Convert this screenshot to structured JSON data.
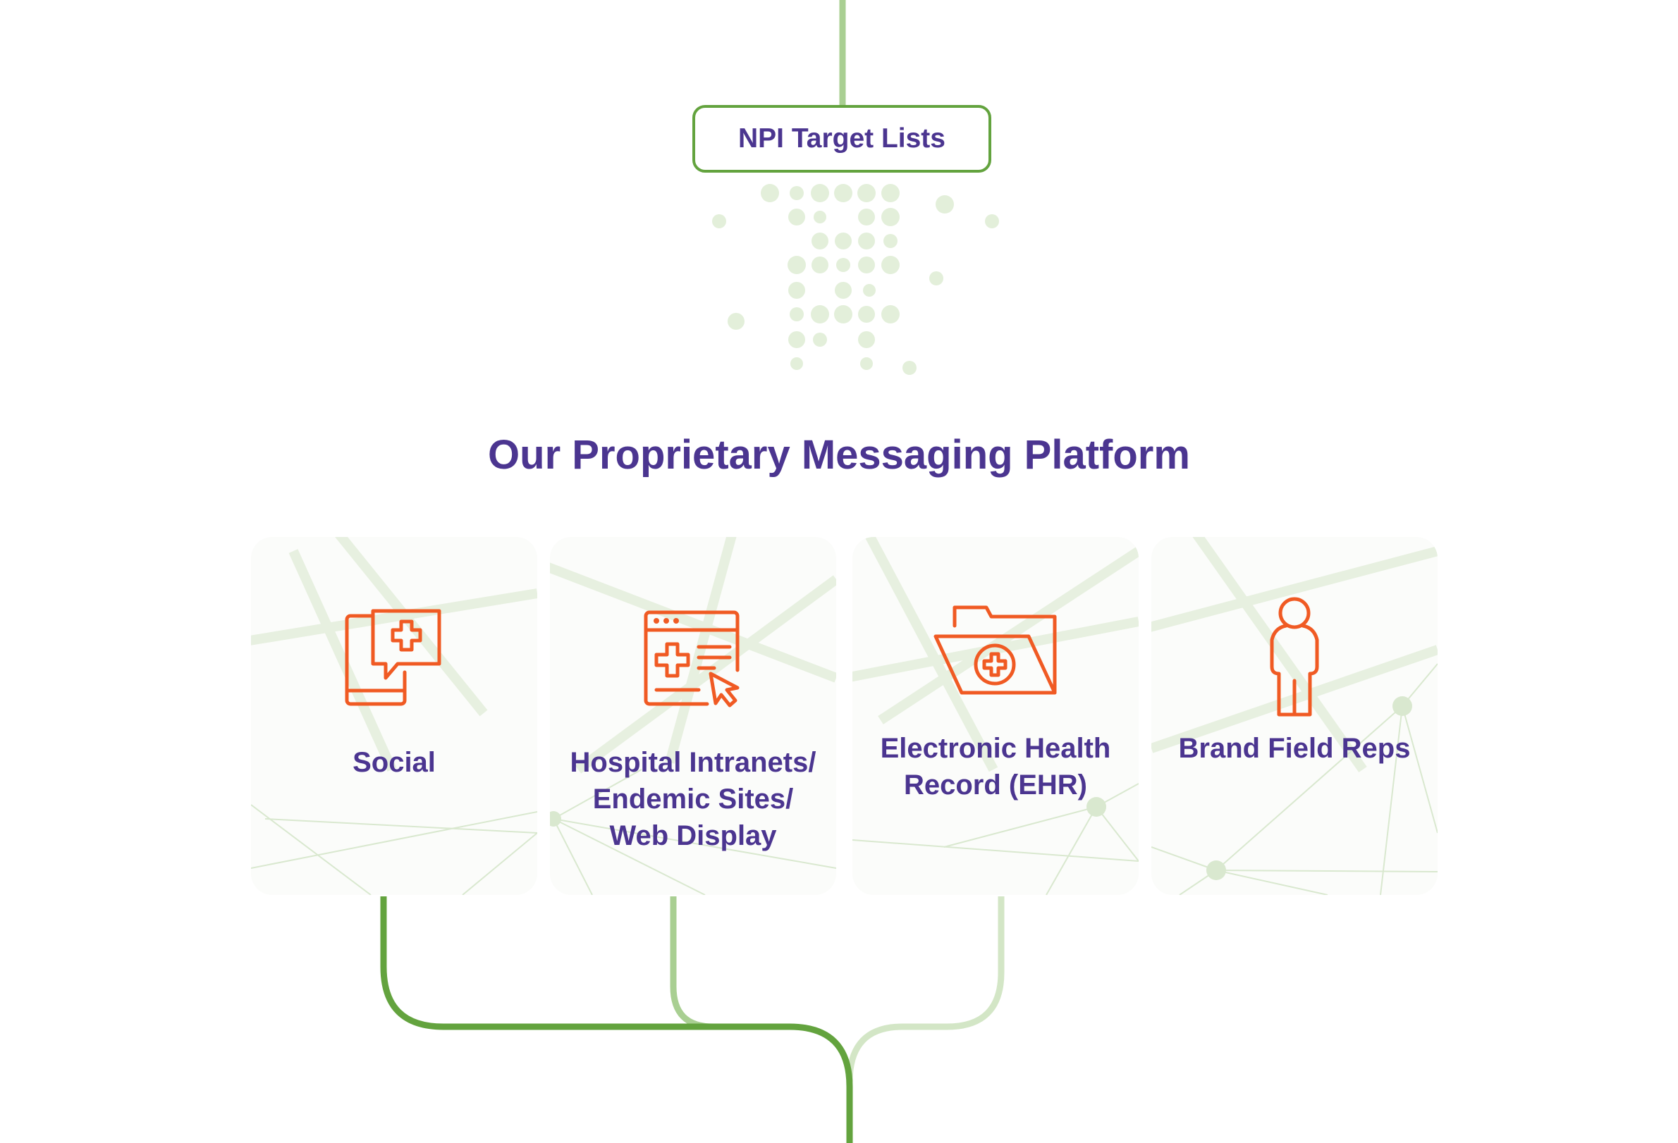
{
  "source_box": {
    "label": "NPI Target Lists"
  },
  "heading": "Our Proprietary Messaging Platform",
  "channels": [
    {
      "label": "Social",
      "icon": "mobile-chat-medical-icon"
    },
    {
      "label": "Hospital Intranets/ Endemic Sites/ Web Display",
      "icon": "browser-medical-click-icon"
    },
    {
      "label": "Electronic Health Record (EHR)",
      "icon": "medical-folder-icon"
    },
    {
      "label": "Brand Field Reps",
      "icon": "person-icon"
    }
  ],
  "colors": {
    "primary_text": "#4b3590",
    "icon_orange": "#f05a23",
    "connector_green": "#63a33e",
    "connector_light_green": "#a9cf92",
    "connector_pale_green": "#d3e6c6",
    "dot_green": "#e3efda"
  }
}
